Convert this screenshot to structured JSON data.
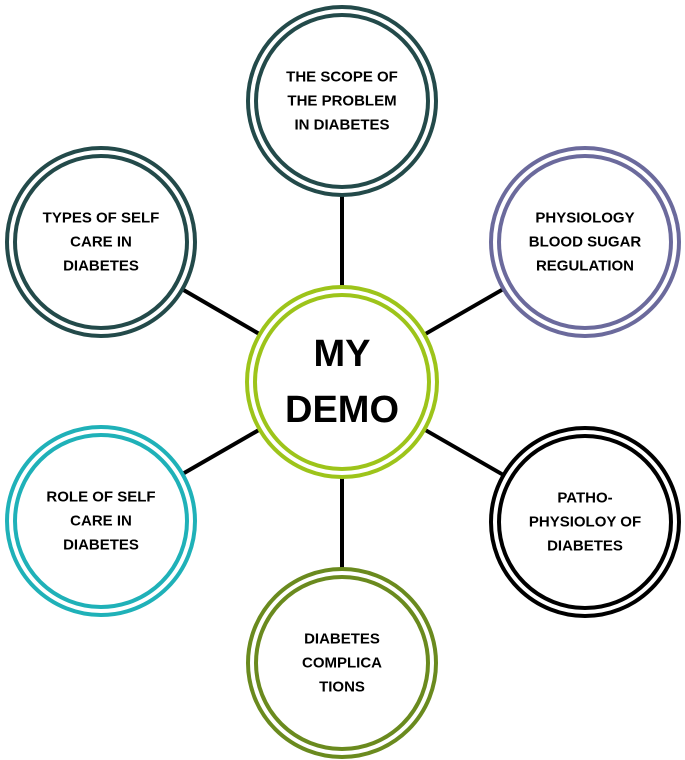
{
  "center": {
    "lines": [
      "MY",
      "DEMO"
    ],
    "color": "#9dc41a"
  },
  "nodes": [
    {
      "id": "scope",
      "lines": [
        "THE SCOPE OF",
        "THE PROBLEM",
        "IN DIABETES"
      ],
      "color": "#234a4a"
    },
    {
      "id": "physiology",
      "lines": [
        "PHYSIOLOGY",
        "BLOOD SUGAR",
        "REGULATION"
      ],
      "color": "#6b6a9c"
    },
    {
      "id": "pathophysiology",
      "lines": [
        "PATHO-",
        "PHYSIOLOY OF",
        "DIABETES"
      ],
      "color": "#000000"
    },
    {
      "id": "complications",
      "lines": [
        "DIABETES",
        "COMPLICA",
        "TIONS"
      ],
      "color": "#6a8a1e"
    },
    {
      "id": "role",
      "lines": [
        "ROLE OF SELF",
        "CARE IN",
        "DIABETES"
      ],
      "color": "#1fb1b8"
    },
    {
      "id": "types",
      "lines": [
        "TYPES OF SELF",
        "CARE IN",
        "DIABETES"
      ],
      "color": "#234a4a"
    }
  ]
}
